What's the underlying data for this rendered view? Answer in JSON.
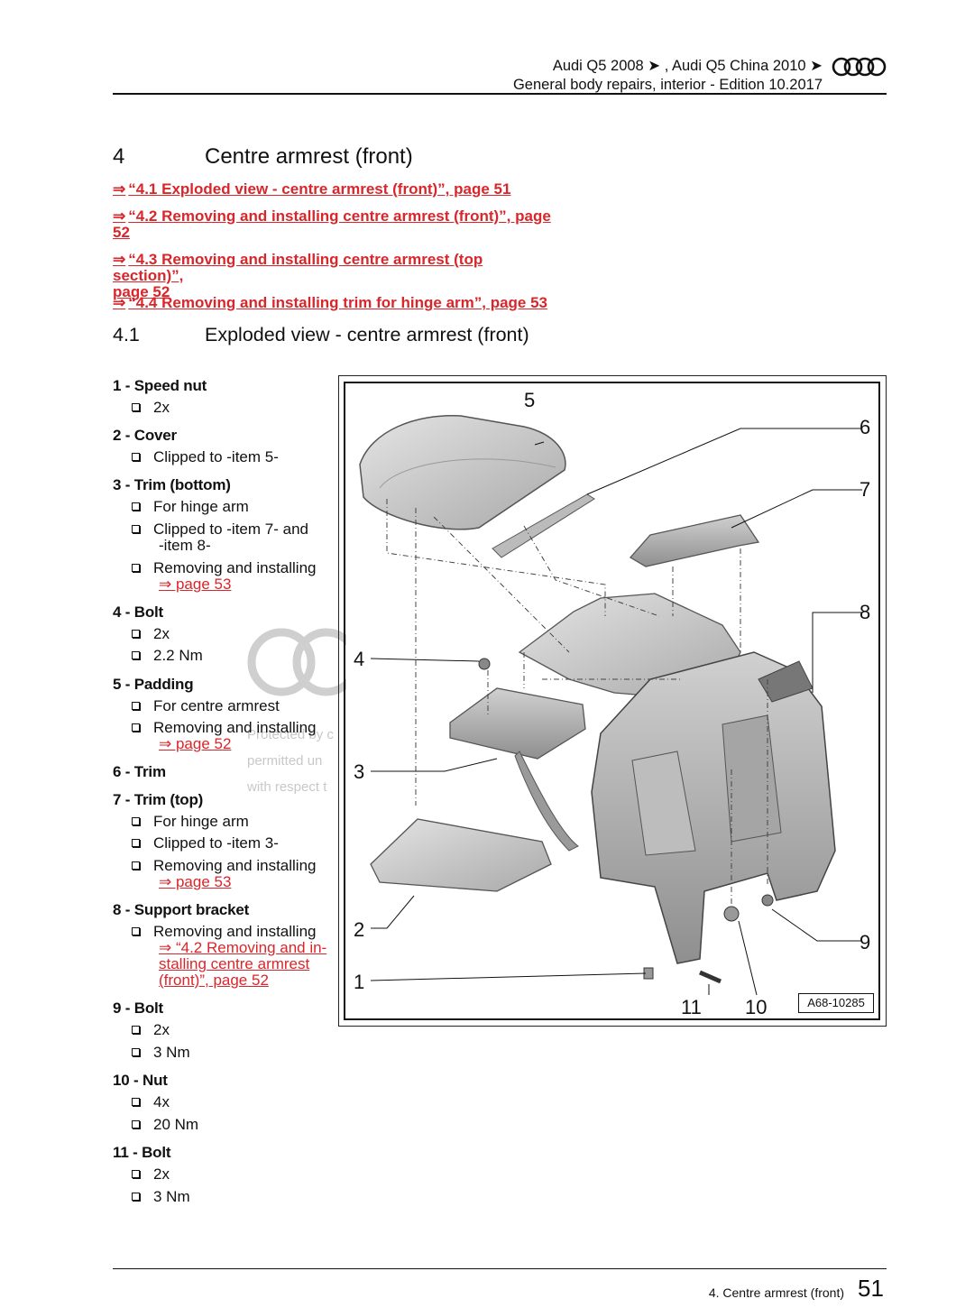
{
  "header": {
    "line1": "Audi Q5 2008 ➤ , Audi Q5 China 2010 ➤",
    "line2": "General body repairs, interior - Edition 10.2017",
    "logo": "audi-rings-icon"
  },
  "section": {
    "number": "4",
    "title": "Centre armrest (front)"
  },
  "toc": [
    {
      "arrow": "⇒",
      "lines": [
        "“4.1 Exploded view - centre armrest (front)”, page 51"
      ]
    },
    {
      "arrow": "⇒",
      "lines": [
        "“4.2 Removing and installing centre armrest (front)”, page",
        "52"
      ]
    },
    {
      "arrow": "⇒",
      "lines": [
        "“4.3 Removing and installing centre armrest (top section)”,",
        "page 52"
      ]
    },
    {
      "arrow": "⇒",
      "lines": [
        "“4.4 Removing and installing trim for hinge arm”, page 53"
      ]
    }
  ],
  "subsection": {
    "number": "4.1",
    "title": "Exploded view - centre armrest (front)"
  },
  "items": [
    {
      "title": "1 - Speed nut",
      "bullets": [
        {
          "text": "2x"
        }
      ]
    },
    {
      "title": "2 - Cover",
      "bullets": [
        {
          "text": "Clipped to -item 5-"
        }
      ]
    },
    {
      "title": "3 - Trim (bottom)",
      "bullets": [
        {
          "text": "For hinge arm"
        },
        {
          "text": "Clipped to -item 7- and",
          "text2": "-item 8-"
        },
        {
          "text": "Removing and installing",
          "link": "⇒ page 53"
        }
      ]
    },
    {
      "title": "4 - Bolt",
      "bullets": [
        {
          "text": "2x"
        },
        {
          "text": "2.2 Nm"
        }
      ]
    },
    {
      "title": "5 - Padding",
      "bullets": [
        {
          "text": "For centre armrest"
        },
        {
          "text": "Removing and installing",
          "link": "⇒ page 52"
        }
      ]
    },
    {
      "title": "6 - Trim",
      "bullets": []
    },
    {
      "title": "7 - Trim (top)",
      "bullets": [
        {
          "text": "For hinge arm"
        },
        {
          "text": "Clipped to -item 3-"
        },
        {
          "text": "Removing and installing",
          "link": "⇒ page 53"
        }
      ]
    },
    {
      "title": "8 - Support bracket",
      "bullets": [
        {
          "text": "Removing and installing",
          "link": "⇒ “4.2 Removing and in-",
          "link2": "stalling centre armrest",
          "link3": "(front)”, page 52"
        }
      ]
    },
    {
      "title": "9 - Bolt",
      "bullets": [
        {
          "text": "2x"
        },
        {
          "text": "3 Nm"
        }
      ]
    },
    {
      "title": "10 - Nut",
      "bullets": [
        {
          "text": "4x"
        },
        {
          "text": "20 Nm"
        }
      ]
    },
    {
      "title": "11 - Bolt",
      "bullets": [
        {
          "text": "2x"
        },
        {
          "text": "3 Nm"
        }
      ]
    }
  ],
  "watermark": {
    "line1": "Protected by c",
    "line2": "permitted un",
    "line3": "with respect t"
  },
  "figure": {
    "callouts": [
      "1",
      "2",
      "3",
      "4",
      "5",
      "6",
      "7",
      "8",
      "9",
      "10",
      "11"
    ],
    "reference": "A68-10285"
  },
  "footer": {
    "section": "4. Centre armrest (front)",
    "page": "51"
  }
}
